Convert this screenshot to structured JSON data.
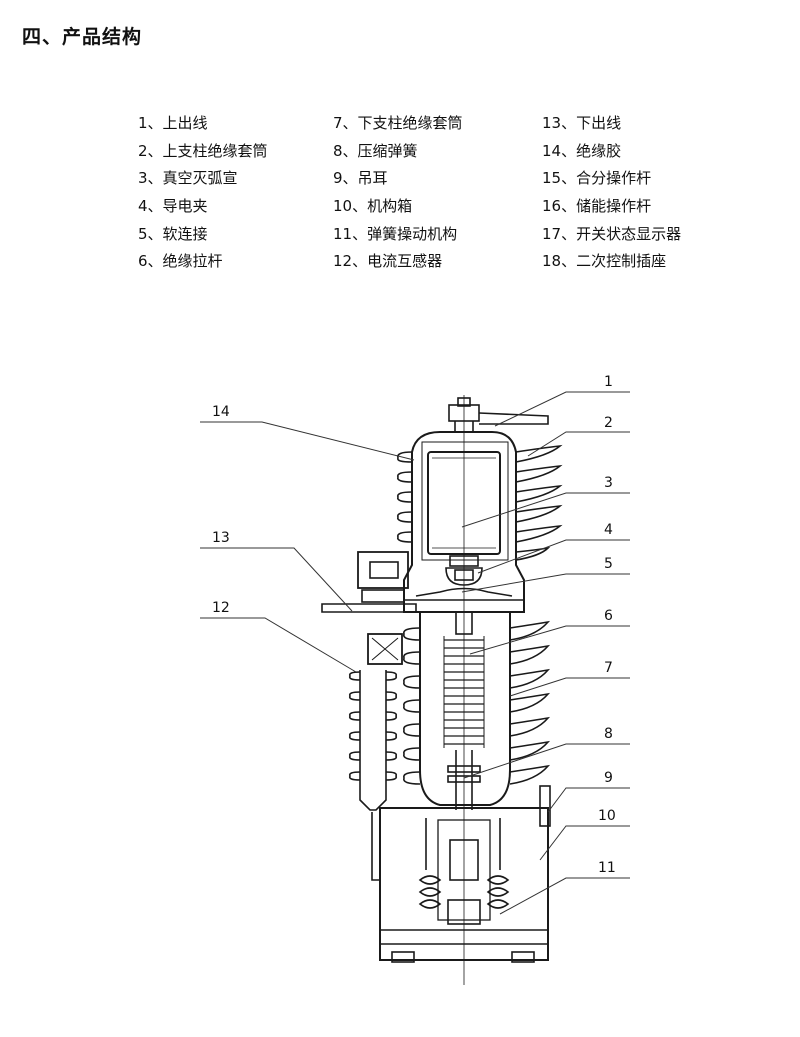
{
  "heading": "四、产品结构",
  "parts": [
    {
      "no": "1",
      "label": "1、上出线"
    },
    {
      "no": "2",
      "label": "2、上支柱绝缘套筒"
    },
    {
      "no": "3",
      "label": "3、真空灭弧宣"
    },
    {
      "no": "4",
      "label": "4、导电夹"
    },
    {
      "no": "5",
      "label": "5、软连接"
    },
    {
      "no": "6",
      "label": "6、绝缘拉杆"
    },
    {
      "no": "7",
      "label": "7、下支柱绝缘套筒"
    },
    {
      "no": "8",
      "label": "8、压缩弹簧"
    },
    {
      "no": "9",
      "label": "9、吊耳"
    },
    {
      "no": "10",
      "label": "10、机构箱"
    },
    {
      "no": "11",
      "label": "11、弹簧操动机构"
    },
    {
      "no": "12",
      "label": "12、电流互感器"
    },
    {
      "no": "13",
      "label": "13、下出线"
    },
    {
      "no": "14",
      "label": "14、绝缘胶"
    },
    {
      "no": "15",
      "label": "15、合分操作杆"
    },
    {
      "no": "16",
      "label": "16、储能操作杆"
    },
    {
      "no": "17",
      "label": "17、开关状态显示器"
    },
    {
      "no": "18",
      "label": "18、二次控制插座"
    }
  ],
  "callouts": {
    "c1": "1",
    "c2": "2",
    "c3": "3",
    "c4": "4",
    "c5": "5",
    "c6": "6",
    "c7": "7",
    "c8": "8",
    "c9": "9",
    "c10": "10",
    "c11": "11",
    "c12": "12",
    "c13": "13",
    "c14": "14"
  },
  "colors": {
    "line": "#1a1a1a",
    "leader": "#333333"
  }
}
